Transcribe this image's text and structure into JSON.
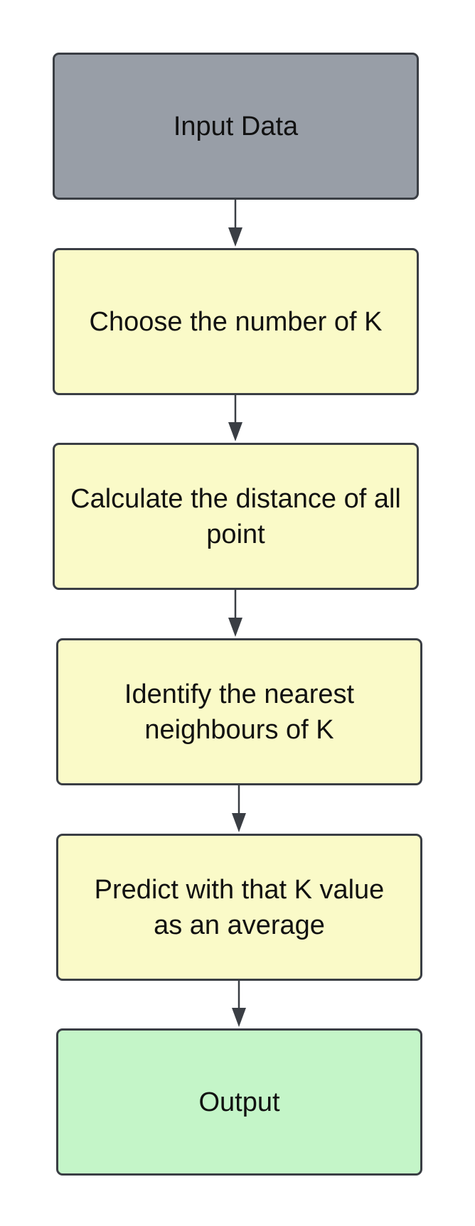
{
  "diagram": {
    "type": "flowchart",
    "colors": {
      "start_fill": "#989ea7",
      "process_fill": "#fafac8",
      "end_fill": "#c4f5c8",
      "border": "#3a3e44",
      "arrow": "#3a3e44"
    },
    "nodes": [
      {
        "id": "input-data",
        "label": "Input Data",
        "color": "start_fill"
      },
      {
        "id": "choose-k",
        "label": "Choose the number of K",
        "color": "process_fill"
      },
      {
        "id": "calculate-distance",
        "label": "Calculate the distance of all point",
        "color": "process_fill"
      },
      {
        "id": "identify-neighbours",
        "label": "Identify the nearest neighbours of K",
        "color": "process_fill"
      },
      {
        "id": "predict",
        "label": "Predict with that K value as an average",
        "color": "process_fill"
      },
      {
        "id": "output",
        "label": "Output",
        "color": "end_fill"
      }
    ],
    "edges": [
      {
        "from": "input-data",
        "to": "choose-k"
      },
      {
        "from": "choose-k",
        "to": "calculate-distance"
      },
      {
        "from": "calculate-distance",
        "to": "identify-neighbours"
      },
      {
        "from": "identify-neighbours",
        "to": "predict"
      },
      {
        "from": "predict",
        "to": "output"
      }
    ]
  }
}
